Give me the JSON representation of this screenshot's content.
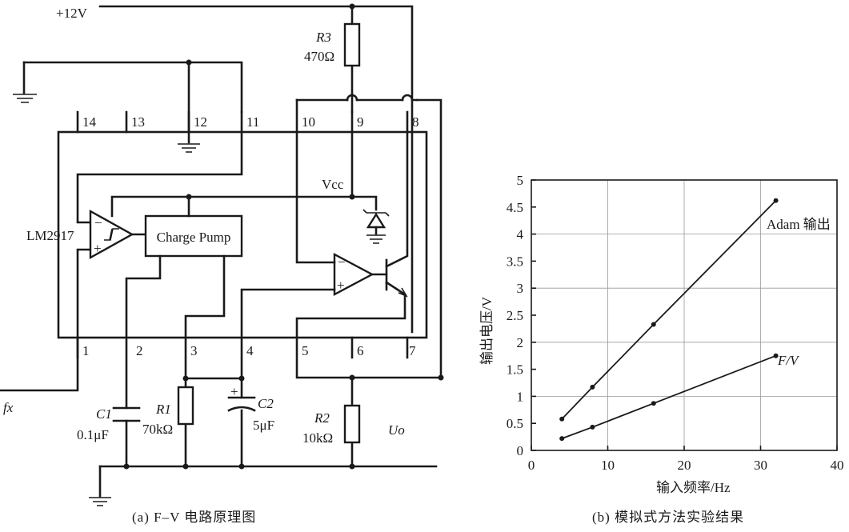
{
  "circuit": {
    "supply_label": "+12V",
    "r3": {
      "name": "R3",
      "value": "470Ω"
    },
    "chip_label": "LM2917",
    "charge_pump_label": "Charge Pump",
    "vcc_label": "Vcc",
    "top_pins": [
      "14",
      "13",
      "12",
      "11",
      "10",
      "9",
      "8"
    ],
    "bottom_pins": [
      "1",
      "2",
      "3",
      "4",
      "5",
      "6",
      "7"
    ],
    "input_label": "fx",
    "c1": {
      "name": "C1",
      "value": "0.1μF"
    },
    "r1": {
      "name": "R1",
      "value": "70kΩ"
    },
    "c2": {
      "name": "C2",
      "value": "5μF"
    },
    "r2": {
      "name": "R2",
      "value": "10kΩ"
    },
    "output_label": "Uo",
    "caption": "(a)  F–V 电路原理图"
  },
  "chart_data": {
    "type": "line",
    "title": "",
    "xlabel": "输入频率/Hz",
    "ylabel": "输出电压/V",
    "xlim": [
      0,
      40
    ],
    "ylim": [
      0,
      5
    ],
    "xticks": [
      "0",
      "10",
      "20",
      "30",
      "40"
    ],
    "yticks": [
      "0",
      "0.5",
      "1",
      "1.5",
      "2",
      "2.5",
      "3",
      "3.5",
      "4",
      "4.5",
      "5"
    ],
    "grid": true,
    "series": [
      {
        "name": "Adam 输出",
        "x": [
          4,
          8,
          16,
          32
        ],
        "y": [
          0.58,
          1.17,
          2.33,
          4.62
        ]
      },
      {
        "name": "F/V",
        "x": [
          4,
          8,
          16,
          32
        ],
        "y": [
          0.22,
          0.43,
          0.87,
          1.75
        ]
      }
    ],
    "caption": "(b)  模拟式方法实验结果"
  }
}
